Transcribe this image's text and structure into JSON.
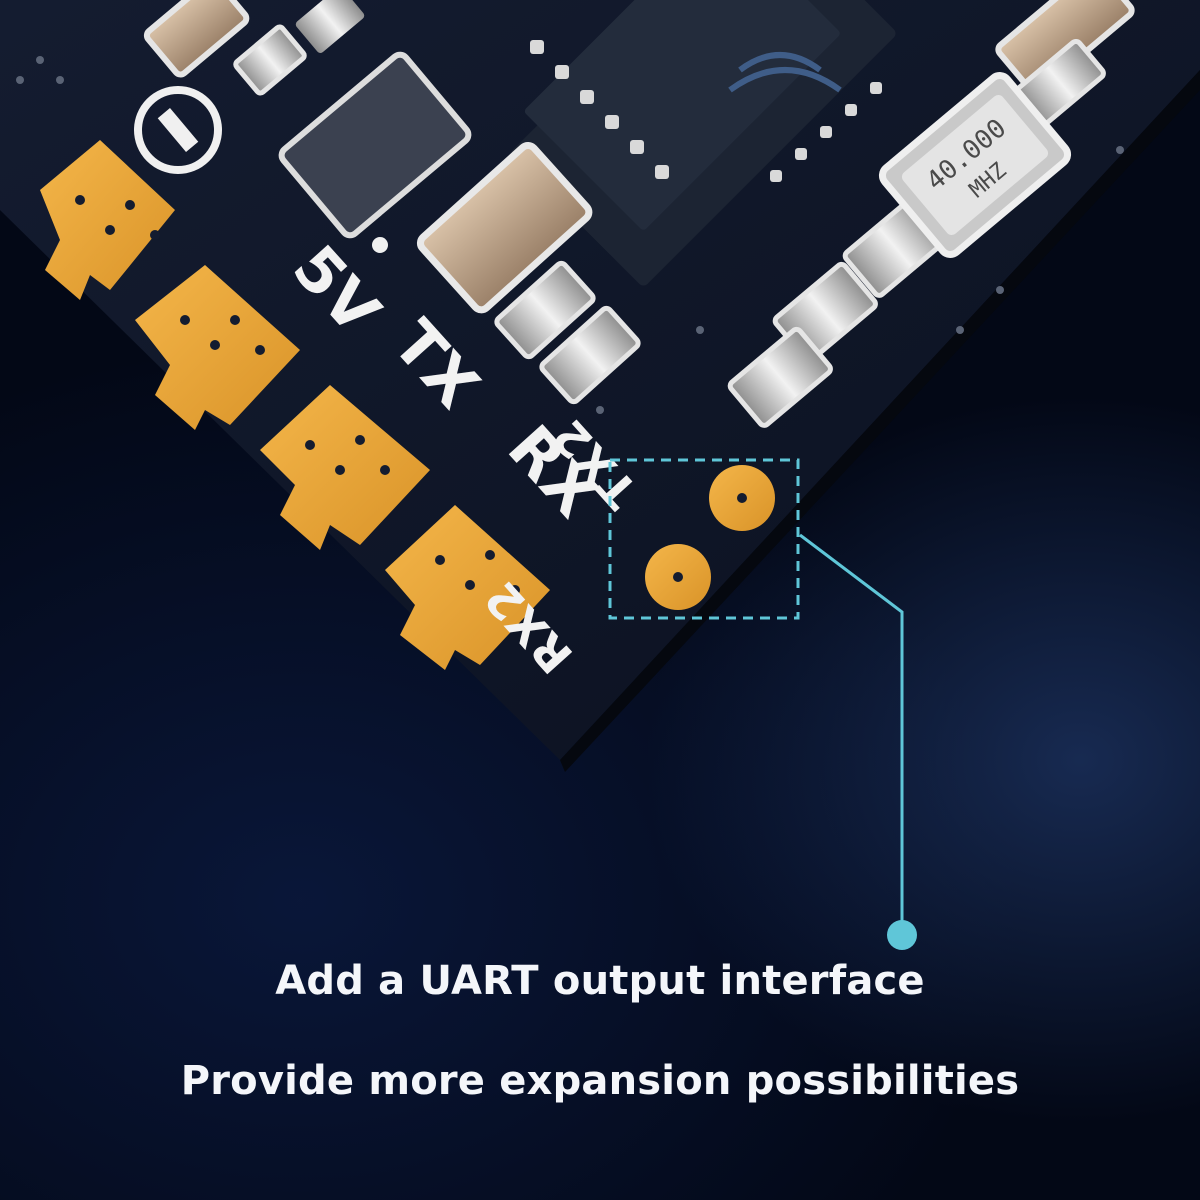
{
  "board": {
    "pad_labels": [
      "5V",
      "TX",
      "RX"
    ],
    "uart_pad_labels": [
      "TX2",
      "RX2"
    ],
    "crystal_marking": [
      "40.000",
      "MHZ"
    ]
  },
  "captions": {
    "line1": "Add a UART output interface",
    "line2": "Provide more expansion possibilities"
  },
  "colors": {
    "pcb": "#0e1526",
    "gold_pad": "#e9a83a",
    "callout": "#5fc6d8",
    "silkscreen": "#f2f2f2"
  }
}
